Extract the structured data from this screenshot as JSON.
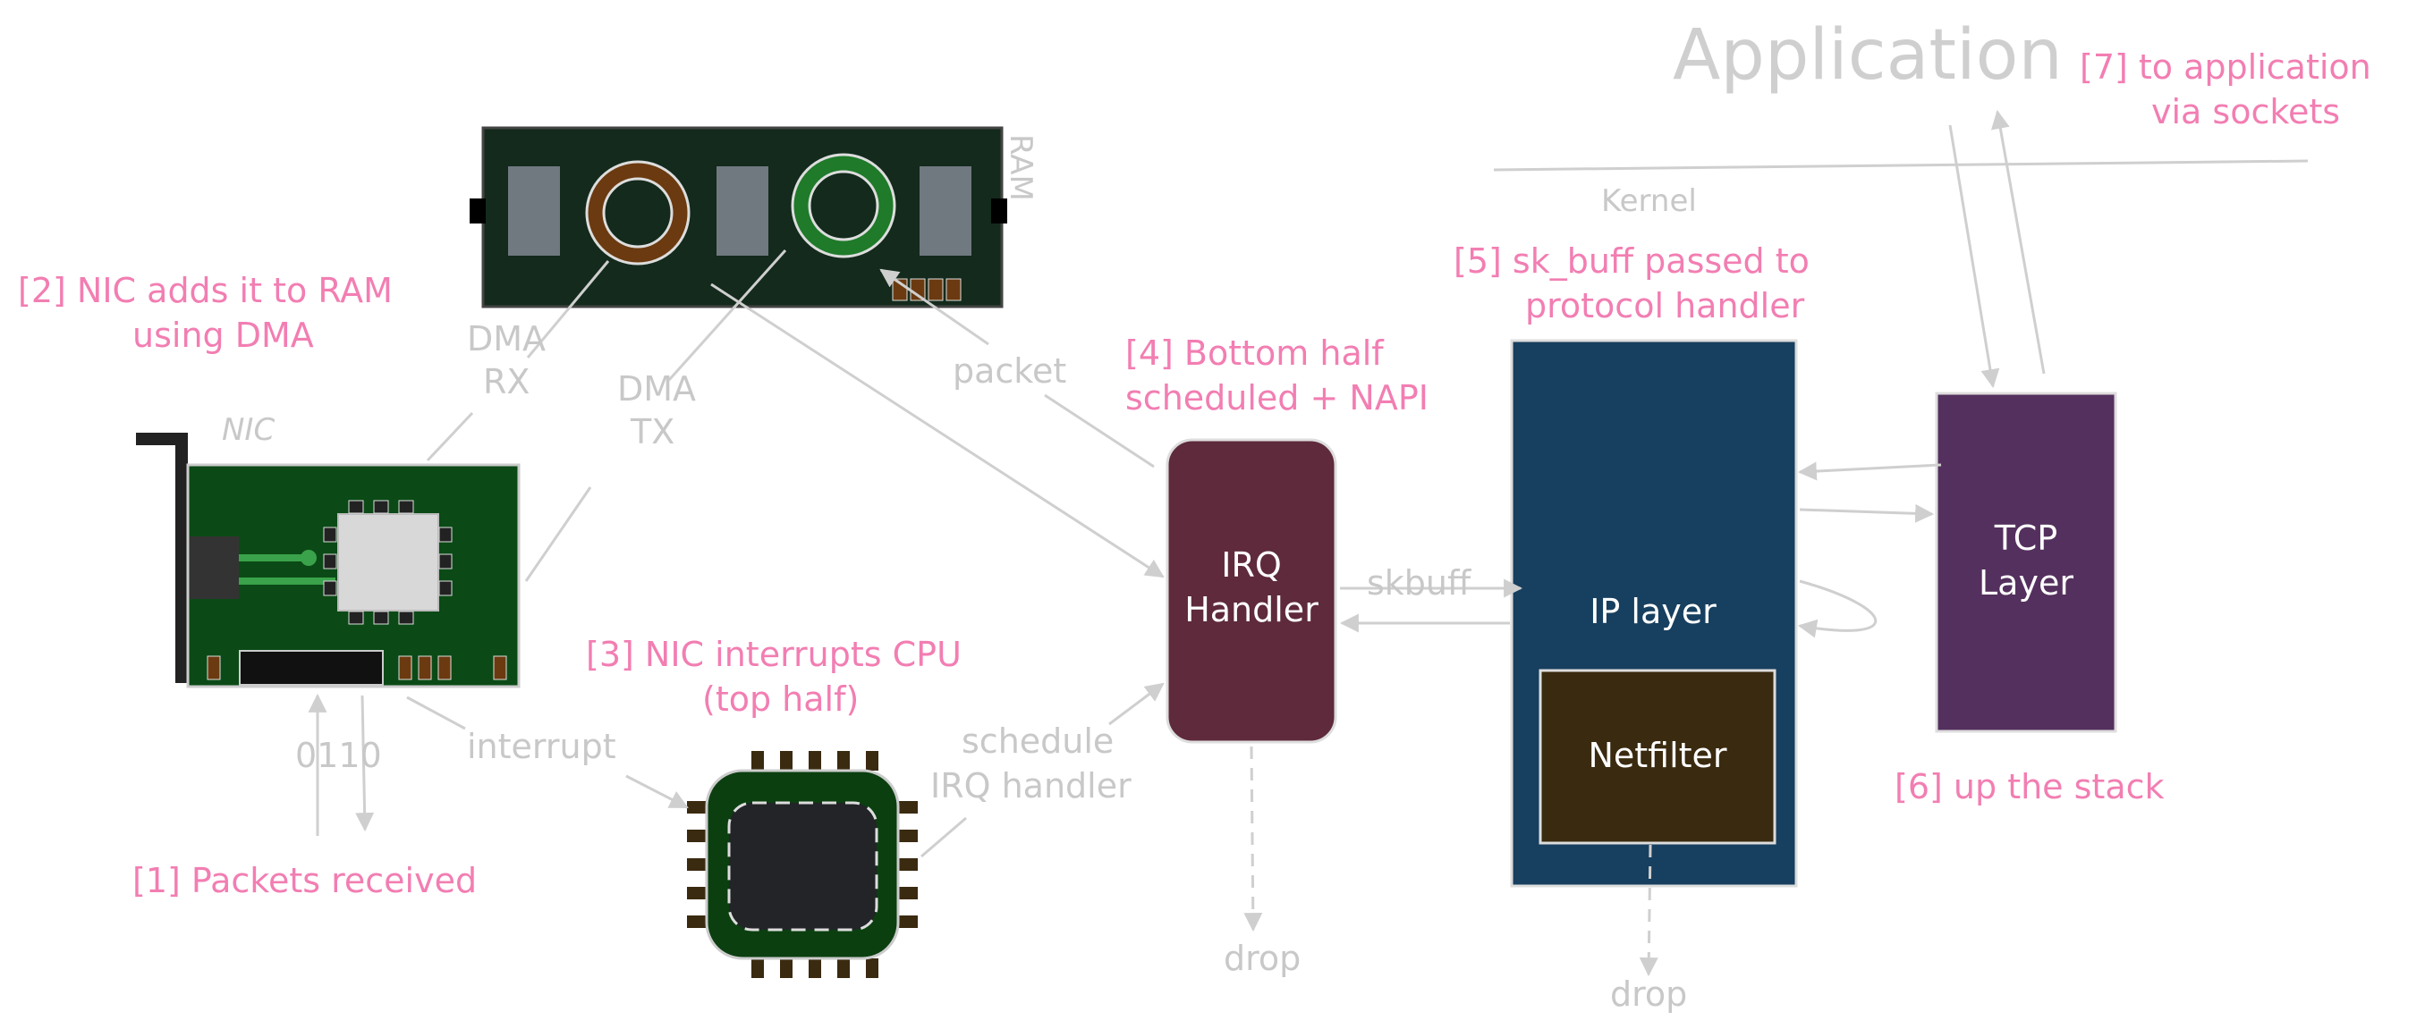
{
  "title": "Application",
  "kernel_label": "Kernel",
  "steps": {
    "s1": "[1] Packets received",
    "s2": [
      "[2] NIC adds it to RAM",
      "using DMA"
    ],
    "s3": [
      "[3] NIC interrupts CPU",
      "(top half)"
    ],
    "s4": [
      "[4] Bottom half",
      "scheduled + NAPI"
    ],
    "s5": [
      "[5] sk_buff passed to",
      "protocol handler"
    ],
    "s6": "[6] up the stack",
    "s7": [
      "[7] to application",
      "via sockets"
    ]
  },
  "components": {
    "nic": "NIC",
    "ram": "RAM",
    "irq": [
      "IRQ",
      "Handler"
    ],
    "ip": "IP layer",
    "netfilter": "Netfilter",
    "tcp": [
      "TCP",
      "Layer"
    ]
  },
  "edge_labels": {
    "dma_rx": [
      "DMA",
      "RX"
    ],
    "dma_tx": [
      "DMA",
      "TX"
    ],
    "bits": "0110",
    "interrupt": "interrupt",
    "packet": "packet",
    "schedule": [
      "schedule",
      "IRQ handler"
    ],
    "skbuff": "skbuff",
    "drop_irq": "drop",
    "drop_ip": "drop"
  },
  "colors": {
    "step_text": "#f27eb2",
    "irq_box": "#5e2a3c",
    "ip_box": "#173f5f",
    "netfilter_box": "#3a2a0f",
    "tcp_box": "#54305e",
    "nic_board": "#0b4a16",
    "ram_board": "#132a1c",
    "cpu_board": "#0b3f10"
  }
}
